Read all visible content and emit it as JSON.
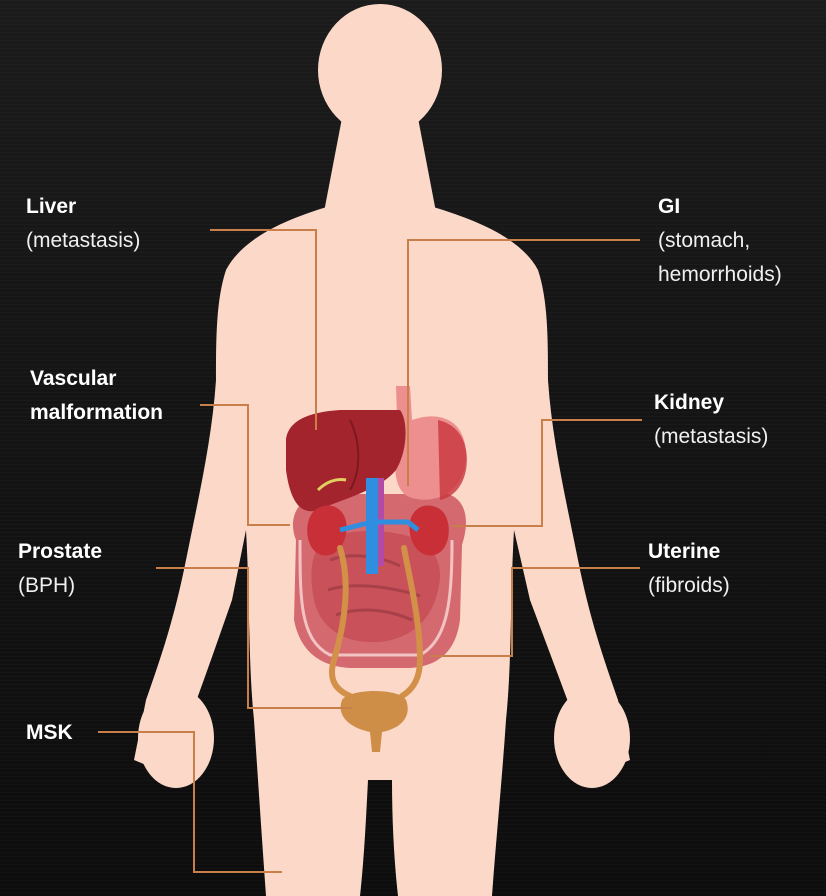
{
  "colors": {
    "background": "#141414",
    "skin": "#fbd8c8",
    "leader_line": "#c97f4a",
    "liver": "#a3242c",
    "intestine": "#d2636a",
    "kidney": "#c92f36",
    "vessel_blue": "#2f8ee0",
    "bladder": "#d0904a"
  },
  "labels": {
    "liver": {
      "title": "Liver",
      "sub": "(metastasis)"
    },
    "gi": {
      "title": "GI",
      "sub1": "(stomach,",
      "sub2": "hemorrhoids)"
    },
    "vascular": {
      "title1": "Vascular",
      "title2": "malformation"
    },
    "kidney": {
      "title": "Kidney",
      "sub": "(metastasis)"
    },
    "prostate": {
      "title": "Prostate",
      "sub": "(BPH)"
    },
    "uterine": {
      "title": "Uterine",
      "sub": "(fibroids)"
    },
    "msk": {
      "title": "MSK"
    }
  }
}
